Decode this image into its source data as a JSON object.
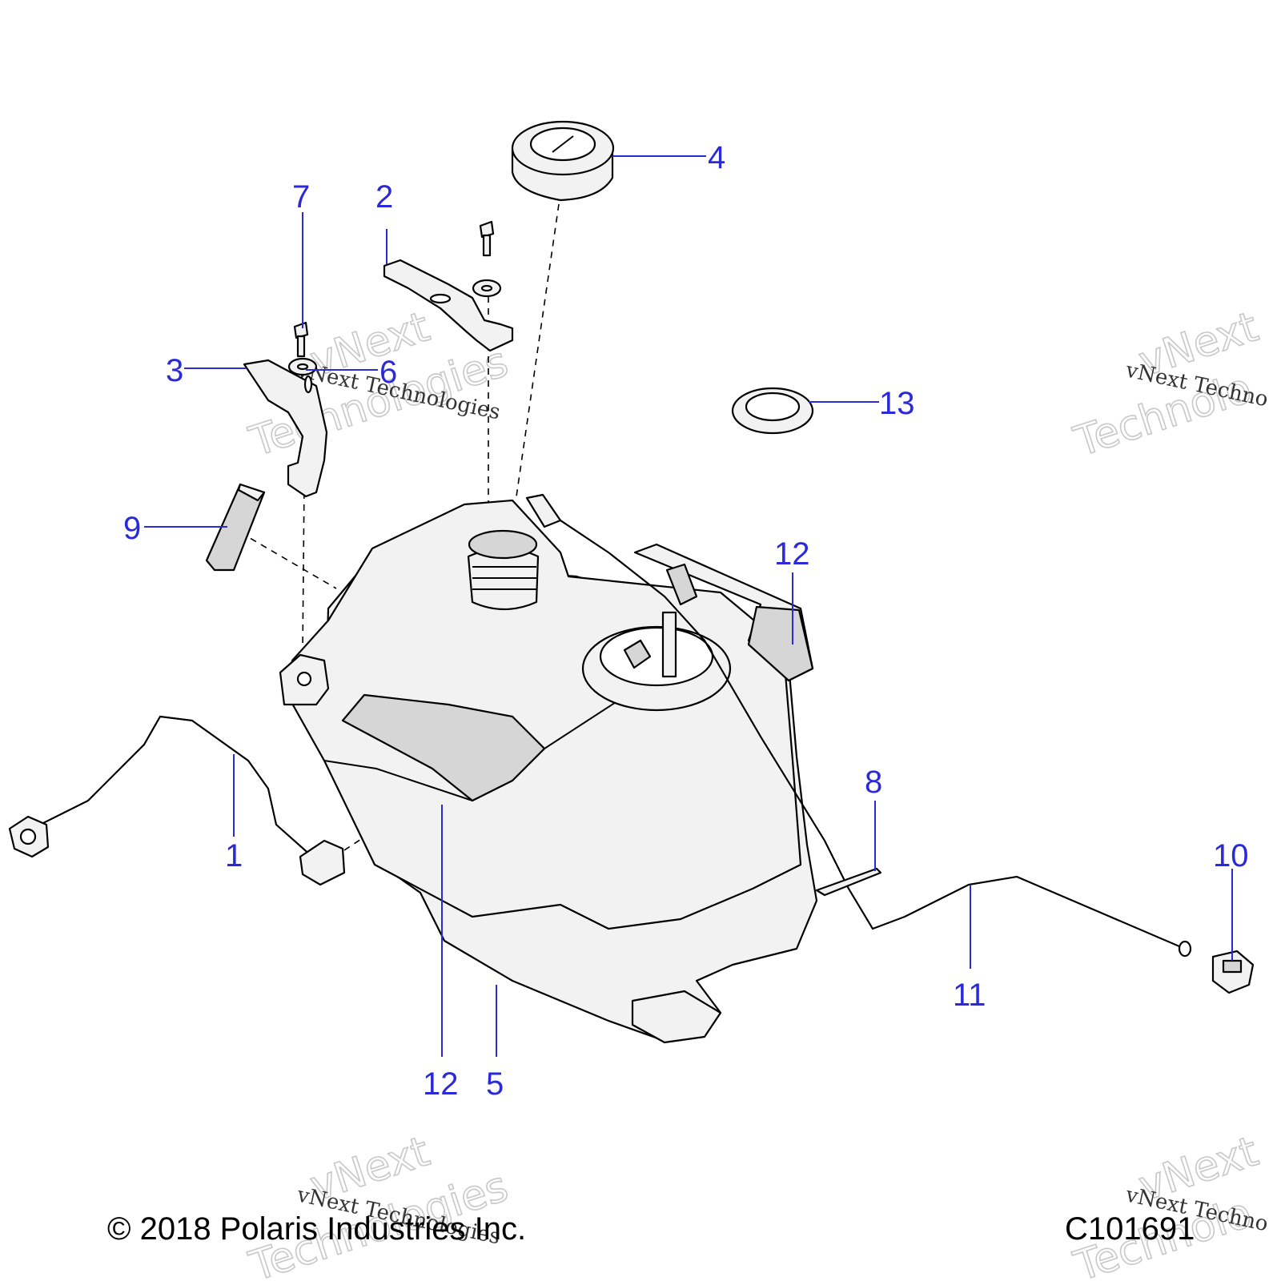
{
  "callouts": [
    {
      "id": "1",
      "label": "1"
    },
    {
      "id": "2",
      "label": "2"
    },
    {
      "id": "3",
      "label": "3"
    },
    {
      "id": "4",
      "label": "4"
    },
    {
      "id": "5",
      "label": "5"
    },
    {
      "id": "6",
      "label": "6"
    },
    {
      "id": "7",
      "label": "7"
    },
    {
      "id": "8",
      "label": "8"
    },
    {
      "id": "9",
      "label": "9"
    },
    {
      "id": "10",
      "label": "10"
    },
    {
      "id": "11",
      "label": "11"
    },
    {
      "id": "12a",
      "label": "12"
    },
    {
      "id": "12b",
      "label": "12"
    },
    {
      "id": "13",
      "label": "13"
    }
  ],
  "watermark": {
    "brand": "vNext",
    "word": "Technologies",
    "line": "vNext Technologies",
    "line_clipped": "vNext Techno",
    "word_clipped": "Technolo",
    "brand_clipped": "vNext"
  },
  "footer": {
    "copyright": "© 2018 Polaris Industries Inc.",
    "code": "C101691"
  },
  "colors": {
    "callout": "#2a2ad8",
    "outline": "#000000",
    "fill": "#f2f2f2",
    "watermark": "#c8c8c8"
  }
}
